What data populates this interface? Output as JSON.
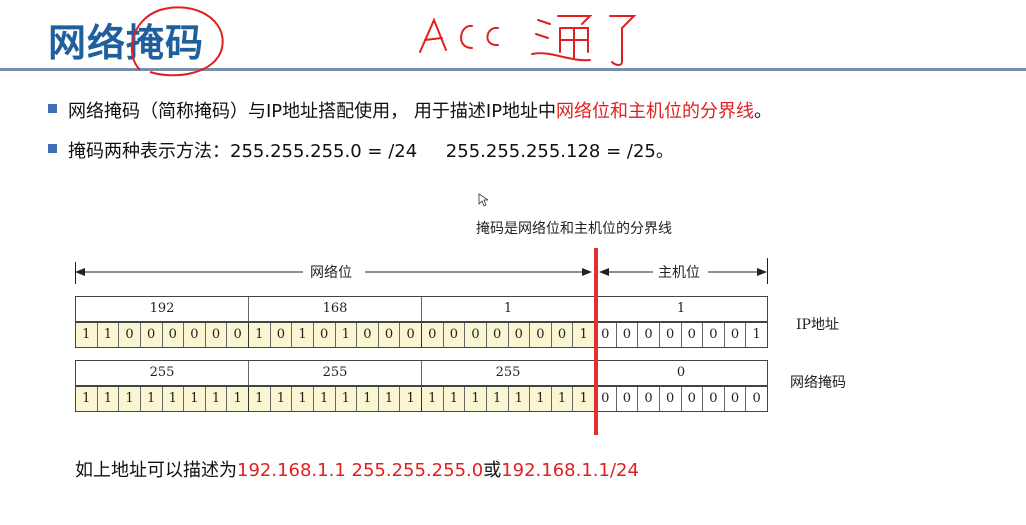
{
  "title": "网络掩码",
  "handwriting": "ACC 通了",
  "bullets": [
    {
      "prefix": "网络掩码（简称掩码）与IP地址搭配使用， 用于描述IP地址中",
      "highlight": "网络位和主机位的分界线",
      "suffix": "。"
    },
    {
      "text": "掩码两种表示方法：255.255.255.0 = /24     255.255.255.128 = /25。"
    }
  ],
  "diagram": {
    "boundary_caption": "掩码是网络位和主机位的分界线",
    "network_label": "网络位",
    "host_label": "主机位",
    "ip_row_label": "IP地址",
    "mask_row_label": "网络掩码",
    "ip_octets": [
      "192",
      "168",
      "1",
      "1"
    ],
    "ip_bits": [
      [
        "1",
        "1",
        "0",
        "0",
        "0",
        "0",
        "0",
        "0"
      ],
      [
        "1",
        "0",
        "1",
        "0",
        "1",
        "0",
        "0",
        "0"
      ],
      [
        "0",
        "0",
        "0",
        "0",
        "0",
        "0",
        "0",
        "1"
      ],
      [
        "0",
        "0",
        "0",
        "0",
        "0",
        "0",
        "0",
        "1"
      ]
    ],
    "mask_octets": [
      "255",
      "255",
      "255",
      "0"
    ],
    "mask_bits": [
      [
        "1",
        "1",
        "1",
        "1",
        "1",
        "1",
        "1",
        "1"
      ],
      [
        "1",
        "1",
        "1",
        "1",
        "1",
        "1",
        "1",
        "1"
      ],
      [
        "1",
        "1",
        "1",
        "1",
        "1",
        "1",
        "1",
        "1"
      ],
      [
        "0",
        "0",
        "0",
        "0",
        "0",
        "0",
        "0",
        "0"
      ]
    ]
  },
  "summary": {
    "prefix": "如上地址可以描述为",
    "highlight1": "192.168.1.1 255.255.255.0",
    "middle": "或",
    "highlight2": "192.168.1.1/24"
  },
  "colors": {
    "title": "#1f5f9e",
    "accent_red": "#e02020",
    "bit_fill": "#fbf6d2",
    "bullet": "#3f6eb5"
  }
}
